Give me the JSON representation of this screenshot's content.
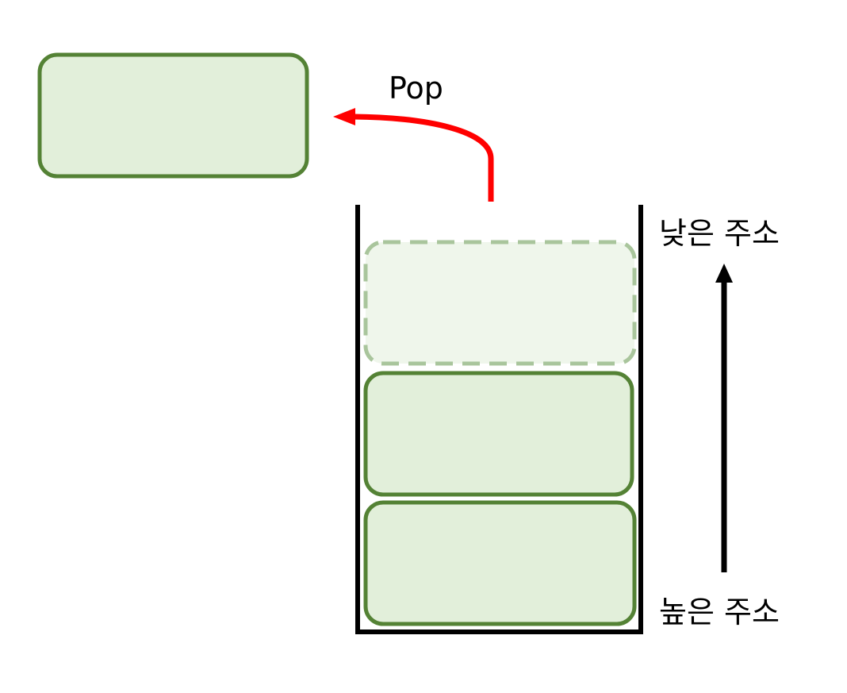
{
  "colors": {
    "block_fill": "#e2efda",
    "block_stroke": "#548235",
    "ghost_fill": "#eff6eb",
    "ghost_stroke": "#a9c59c",
    "pop_arrow": "#ff0000",
    "stack_walls": "#000000",
    "address_arrow": "#000000"
  },
  "labels": {
    "pop": "Pop",
    "low_address": "낮은 주소",
    "high_address": "높은 주소"
  },
  "stack": {
    "blocks": [
      {
        "state": "popped-ghost"
      },
      {
        "state": "filled"
      },
      {
        "state": "filled"
      }
    ]
  },
  "icons": {
    "pop_arrow": "curved-arrow-left",
    "address_arrow": "arrow-up"
  }
}
